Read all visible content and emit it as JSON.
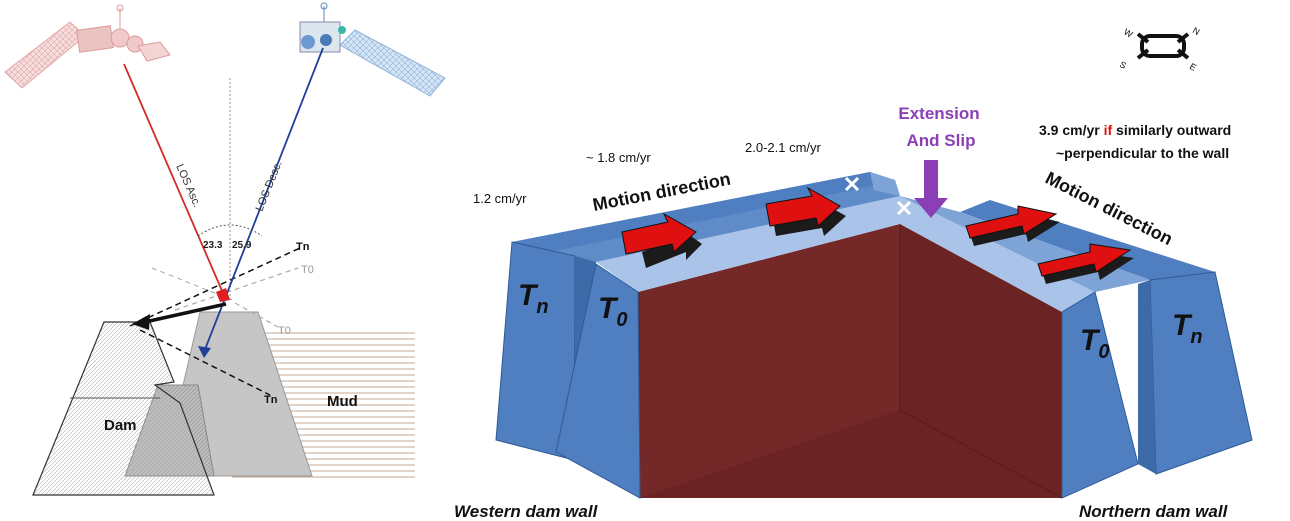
{
  "cross_section": {
    "los_asc_label": "LOS Asc.",
    "los_desc_label": "LOS Desc.",
    "angle_asc": "23.3",
    "angle_desc": "25.9",
    "tn_upper_label": "Tn",
    "t0_upper_label": "T0",
    "t0_lower_label": "T0",
    "tn_lower_label": "Tn",
    "dam_label": "Dam",
    "mud_label": "Mud",
    "colors": {
      "asc_line": "#d42a2a",
      "desc_line": "#1f3f9a",
      "dam_fill": "#ffffff",
      "old_dam_fill": "#c8c8c8",
      "mud_hatch": "#c8a890"
    }
  },
  "block_diagram": {
    "compass_labels": [
      "W",
      "N",
      "S",
      "E"
    ],
    "extension_label_line1": "Extension",
    "extension_label_line2": "And Slip",
    "rate_west_outer": "1.2 cm/yr",
    "rate_west_mid": "~ 1.8 cm/yr",
    "rate_west_inner": "2.0-2.1 cm/yr",
    "rate_north_line1_a": "3.9 cm/yr ",
    "rate_north_line1_if": "if",
    "rate_north_line1_b": " similarly outward",
    "rate_north_line2": "~perpendicular to the wall",
    "motion_label_west": "Motion direction",
    "motion_label_north": "Motion direction",
    "tn_left": "T",
    "tn_left_sub": "n",
    "t0_left": "T",
    "t0_left_sub": "0",
    "t0_right": "T",
    "t0_right_sub": "0",
    "tn_right": "T",
    "tn_right_sub": "n",
    "western_wall_label": "Western dam wall",
    "northern_wall_label": "Northern dam wall",
    "colors": {
      "wall_face": "#4f7fc0",
      "wall_top": "#a9c4e8",
      "wall_dark": "#3d6aa8",
      "mud_body": "#6b2323",
      "arrow": "#e01010",
      "extension_arrow": "#8a3fb5",
      "if_text": "#e01010"
    }
  }
}
